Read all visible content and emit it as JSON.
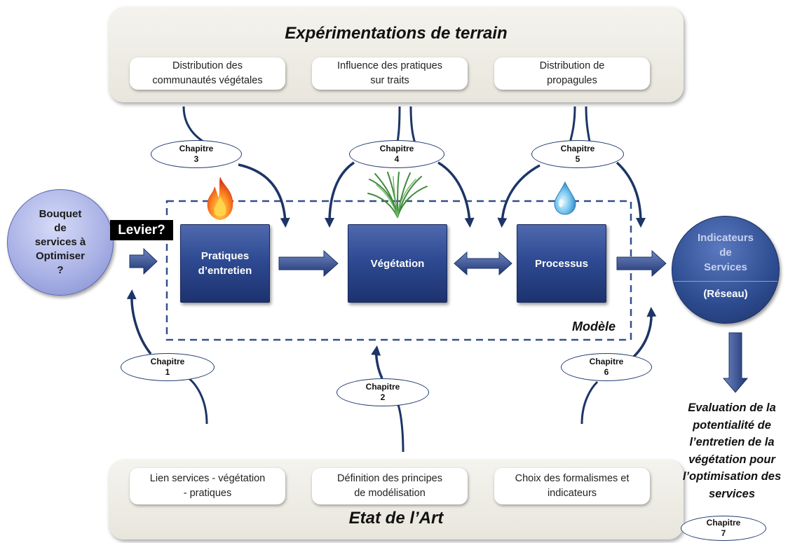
{
  "top_panel": {
    "title": "Expérimentations de terrain",
    "cards": [
      "Distribution des\ncommunautés végétales",
      "Influence des pratiques\nsur traits",
      "Distribution de\npropagules"
    ]
  },
  "bottom_panel": {
    "title": "Etat de l’Art",
    "cards": [
      "Lien services - végétation\n- pratiques",
      "Définition des principes\nde modélisation",
      "Choix des formalismes et\nindicateurs"
    ]
  },
  "model": {
    "label": "Modèle",
    "boxes": [
      "Pratiques\nd’entretien",
      "Végétation",
      "Processus"
    ]
  },
  "left_circle": {
    "text": "Bouquet\nde\nservices à\nOptimiser\n?"
  },
  "lever_label": "Levier?",
  "right_circle": {
    "top": "Indicateurs\nde\nServices",
    "bottom": "(Réseau)"
  },
  "chapters": [
    {
      "word": "Chapitre",
      "num": "1"
    },
    {
      "word": "Chapitre",
      "num": "2"
    },
    {
      "word": "Chapitre",
      "num": "3"
    },
    {
      "word": "Chapitre",
      "num": "4"
    },
    {
      "word": "Chapitre",
      "num": "5"
    },
    {
      "word": "Chapitre",
      "num": "6"
    },
    {
      "word": "Chapitre",
      "num": "7"
    }
  ],
  "evaluation_text": "Evaluation de la\npotentialité de\nl’entretien de la\nvégétation pour\nl’optimisation des\nservices",
  "icons": [
    "fire-icon",
    "grass-icon",
    "water-drop-icon"
  ],
  "colors": {
    "box_blue": "#2e4a92",
    "arrow_blue": "#24407f",
    "panel_bg": "#eceae2",
    "circle_left": "#aab2e6",
    "circle_right": "#2d4b8f"
  }
}
